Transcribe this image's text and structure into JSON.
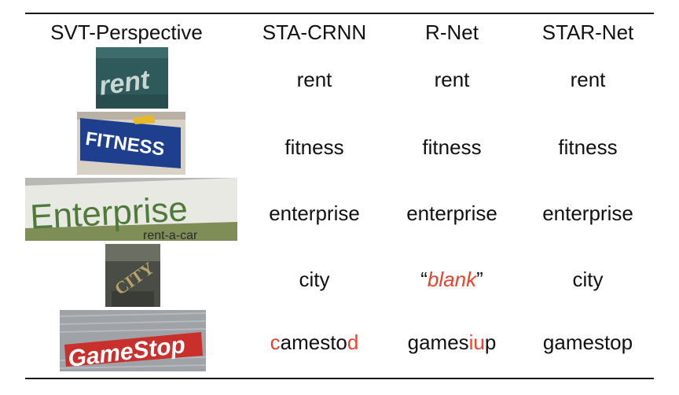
{
  "table": {
    "headers": [
      "SVT-Perspective",
      "STA-CRNN",
      "R-Net",
      "STAR-Net"
    ],
    "rows": [
      {
        "image_text": "rent",
        "sta_crnn": [
          {
            "t": "rent",
            "err": false
          }
        ],
        "r_net": [
          {
            "t": "rent",
            "err": false
          }
        ],
        "star_net": [
          {
            "t": "rent",
            "err": false
          }
        ]
      },
      {
        "image_text": "FITNESS",
        "sta_crnn": [
          {
            "t": "fitness",
            "err": false
          }
        ],
        "r_net": [
          {
            "t": "fitness",
            "err": false
          }
        ],
        "star_net": [
          {
            "t": "fitness",
            "err": false
          }
        ]
      },
      {
        "image_text": "Enterprise",
        "image_subtext": "rent-a-car",
        "sta_crnn": [
          {
            "t": "enterprise",
            "err": false
          }
        ],
        "r_net": [
          {
            "t": "enterprise",
            "err": false
          }
        ],
        "star_net": [
          {
            "t": "enterprise",
            "err": false
          }
        ]
      },
      {
        "image_text": "CITY",
        "sta_crnn": [
          {
            "t": "city",
            "err": false
          }
        ],
        "r_net": [
          {
            "t": "“",
            "err": false
          },
          {
            "t": "blank",
            "err": true,
            "italic": true
          },
          {
            "t": "”",
            "err": false
          }
        ],
        "star_net": [
          {
            "t": "city",
            "err": false
          }
        ]
      },
      {
        "image_text": "GameStop",
        "sta_crnn": [
          {
            "t": "c",
            "err": true
          },
          {
            "t": "amesto",
            "err": false
          },
          {
            "t": "d",
            "err": true
          }
        ],
        "r_net": [
          {
            "t": "games",
            "err": false
          },
          {
            "t": "iu",
            "err": true
          },
          {
            "t": "p",
            "err": false
          }
        ],
        "star_net": [
          {
            "t": "gamestop",
            "err": false
          }
        ]
      }
    ]
  },
  "colors": {
    "error": "#e8432c",
    "rule": "#1a1a1a"
  }
}
